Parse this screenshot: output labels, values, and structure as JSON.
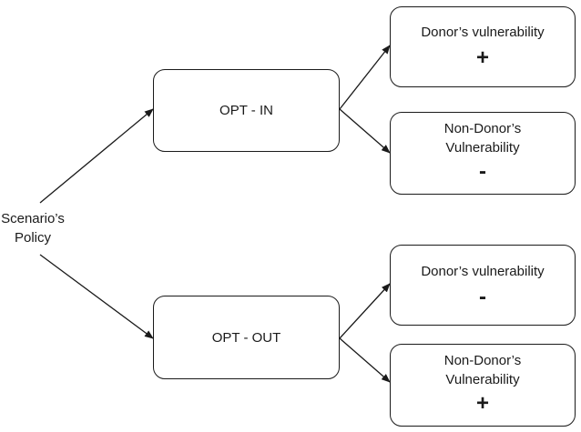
{
  "root": {
    "line1": "Scenario’s",
    "line2": "Policy"
  },
  "policies": [
    {
      "label": "OPT - IN",
      "outcomes": [
        {
          "lines": [
            "Donor’s vulnerability"
          ],
          "sign": "+"
        },
        {
          "lines": [
            "Non-Donor’s",
            "Vulnerability"
          ],
          "sign": "-"
        }
      ]
    },
    {
      "label": "OPT - OUT",
      "outcomes": [
        {
          "lines": [
            "Donor’s vulnerability"
          ],
          "sign": "-"
        },
        {
          "lines": [
            "Non-Donor’s",
            "Vulnerability"
          ],
          "sign": "+"
        }
      ]
    }
  ]
}
